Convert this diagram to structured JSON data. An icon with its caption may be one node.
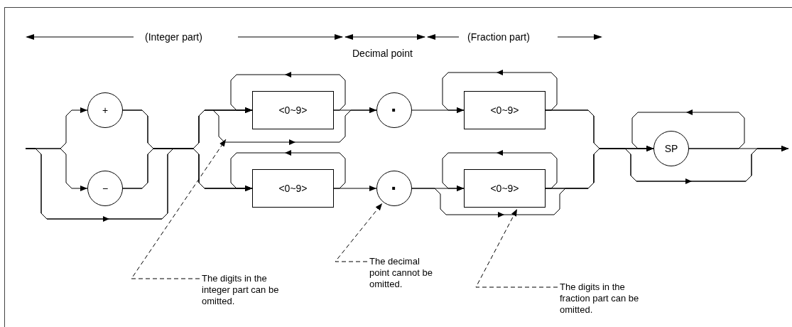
{
  "diagram": {
    "nodes": [
      {
        "text": [
          "+"
        ]
      },
      {
        "text": [
          "−"
        ]
      },
      {
        "text": [
          "<0~9>"
        ]
      },
      {
        "text": [
          "<0~9>"
        ]
      },
      {
        "text": [
          "·"
        ]
      },
      {
        "text": [
          "·"
        ]
      },
      {
        "text": [
          "<0~9>"
        ]
      },
      {
        "text": [
          "<0~9>"
        ]
      },
      {
        "text": [
          "SP"
        ]
      },
      {
        "text": [
          "The digits in the integer part can be omitted."
        ]
      },
      {
        "text": [
          "The decimal point cannot be omitted."
        ]
      },
      {
        "text": [
          "The digits in the fraction part can be omitted."
        ]
      }
    ],
    "edges": [
      {
        "from": null,
        "to": 0,
        "arrow": "to"
      },
      {
        "from": null,
        "to": 1,
        "arrow": "to"
      },
      {
        "from": null,
        "to": 2,
        "arrow": "to"
      },
      {
        "from": null,
        "to": 3,
        "arrow": "to"
      },
      {
        "from": 0,
        "to": 2,
        "arrow": "to"
      },
      {
        "from": 0,
        "to": 3,
        "arrow": "to"
      },
      {
        "from": 1,
        "to": 2,
        "arrow": "to"
      },
      {
        "from": 1,
        "to": 3,
        "arrow": "to"
      },
      {
        "from": 2,
        "to": 2,
        "arrow": "to"
      },
      {
        "from": 3,
        "to": 3,
        "arrow": "to"
      },
      {
        "from": null,
        "to": 4,
        "arrow": "to"
      },
      {
        "from": 2,
        "to": 4,
        "arrow": "to"
      },
      {
        "from": 3,
        "to": 5,
        "arrow": "to"
      },
      {
        "from": 4,
        "to": 6,
        "arrow": "to"
      },
      {
        "from": 5,
        "to": 7,
        "arrow": "to"
      },
      {
        "from": 6,
        "to": 6,
        "arrow": "to"
      },
      {
        "from": 7,
        "to": 7,
        "arrow": "to"
      },
      {
        "from": 5,
        "to": 8,
        "arrow": "to"
      },
      {
        "from": 6,
        "to": 8,
        "arrow": "to"
      },
      {
        "from": 7,
        "to": 8,
        "arrow": "to"
      },
      {
        "from": 8,
        "to": 8,
        "arrow": "to"
      },
      {
        "from": 6,
        "to": null,
        "arrow": "to"
      },
      {
        "from": 7,
        "to": null,
        "arrow": "to"
      },
      {
        "from": 8,
        "to": null,
        "arrow": "to"
      },
      {
        "from": 9,
        "to": null,
        "arrow": "to",
        "style": "dashed"
      },
      {
        "from": 10,
        "to": 5,
        "arrow": "to",
        "style": "dashed"
      },
      {
        "from": 11,
        "to": 7,
        "arrow": "to",
        "style": "dashed"
      }
    ],
    "labels": [
      "(Integer part)",
      "Decimal point",
      "(Fraction part)"
    ]
  }
}
